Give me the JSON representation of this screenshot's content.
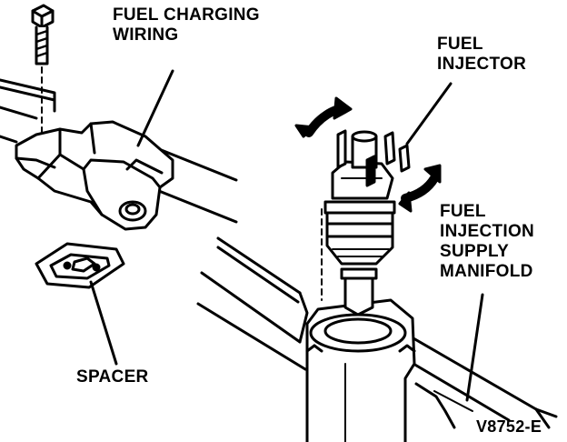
{
  "labels": {
    "fuel_charging_wiring": [
      "FUEL CHARGING",
      "WIRING"
    ],
    "fuel_injector": [
      "FUEL",
      "INJECTOR"
    ],
    "fuel_injection_supply_manifold": [
      "FUEL",
      "INJECTION",
      "SUPPLY",
      "MANIFOLD"
    ],
    "spacer": "SPACER",
    "figure_id": "V8752-E"
  },
  "colors": {
    "ink": "#000000",
    "paper": "#ffffff"
  }
}
